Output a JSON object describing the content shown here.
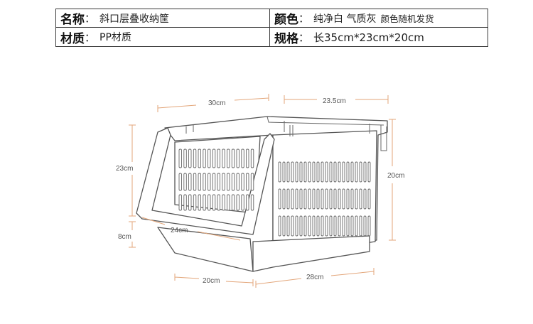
{
  "specs": {
    "name_label": "名称",
    "name_value": "斜口层叠收纳筐",
    "color_label": "颜色",
    "color_value": "纯净白 气质灰",
    "color_note": "颜色随机发货",
    "material_label": "材质",
    "material_value": "PP材质",
    "size_label": "规格",
    "size_value": "长35cm*23cm*20cm"
  },
  "dimensions": {
    "top_width": "30cm",
    "top_depth": "23.5cm",
    "left_height": "23cm",
    "right_height": "20cm",
    "front_lip": "8cm",
    "inner_width": "24cm",
    "bottom_width": "20cm",
    "bottom_depth": "28cm"
  },
  "colors": {
    "border": "#3a3a3a",
    "dimension_line": "#e3a67a",
    "basket_stroke": "#555555"
  }
}
